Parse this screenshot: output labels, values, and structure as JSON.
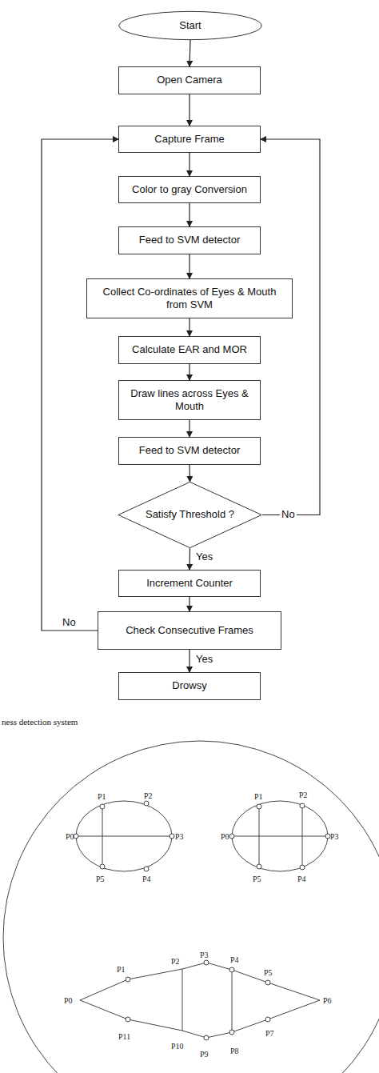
{
  "diagram": {
    "caption": "ness detection system",
    "nodes": [
      {
        "text": [
          "Start"
        ]
      },
      {
        "text": [
          "Open Camera"
        ]
      },
      {
        "text": [
          "Capture Frame"
        ]
      },
      {
        "text": [
          "Color to gray Conversion"
        ]
      },
      {
        "text": [
          "Feed to SVM detector"
        ]
      },
      {
        "text": [
          "Collect Co-ordinates of Eyes & Mouth from SVM"
        ]
      },
      {
        "text": [
          "Calculate EAR and MOR"
        ]
      },
      {
        "text": [
          "Draw lines across Eyes & Mouth"
        ]
      },
      {
        "text": [
          "Feed to SVM detector"
        ]
      },
      {
        "text": [
          "Satisfy Threshold ?"
        ]
      },
      {
        "text": [
          "Increment Counter"
        ]
      },
      {
        "text": [
          "Check Consecutive Frames"
        ]
      },
      {
        "text": [
          "Drowsy"
        ]
      }
    ],
    "edges": [
      {
        "from": 0,
        "to": 1,
        "arrow": "to"
      },
      {
        "from": 1,
        "to": 2,
        "arrow": "to"
      },
      {
        "from": 2,
        "to": 3,
        "arrow": "to"
      },
      {
        "from": 3,
        "to": 4,
        "arrow": "to"
      },
      {
        "from": 4,
        "to": 5,
        "arrow": "to"
      },
      {
        "from": 5,
        "to": 6,
        "arrow": "to"
      },
      {
        "from": 6,
        "to": 7,
        "arrow": "to"
      },
      {
        "from": 7,
        "to": 8,
        "arrow": "to"
      },
      {
        "from": 8,
        "to": 9,
        "arrow": "to"
      },
      {
        "from": 9,
        "to": 10,
        "label": "Yes",
        "arrow": "to"
      },
      {
        "from": 9,
        "to": 2,
        "label": "No",
        "arrow": "to"
      },
      {
        "from": 10,
        "to": 11,
        "arrow": "to"
      },
      {
        "from": 11,
        "to": 2,
        "label": "No",
        "arrow": "to"
      },
      {
        "from": 11,
        "to": 12,
        "label": "Yes",
        "arrow": "to"
      }
    ],
    "labels": [
      "P1",
      "P2",
      "P0",
      "P3",
      "P5",
      "P4",
      "P1",
      "P2",
      "P0",
      "P3",
      "P5",
      "P4",
      "P3",
      "P2",
      "P4",
      "P1",
      "P5",
      "P0",
      "P6",
      "P11",
      "P7",
      "P10",
      "P9",
      "P8"
    ]
  }
}
